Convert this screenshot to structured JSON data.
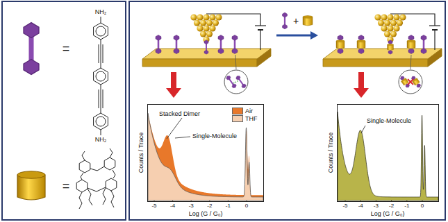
{
  "diagram": {
    "nodes": [
      {
        "text": [
          "Stacked Dimer",
          "Single-Molecule"
        ]
      },
      {
        "text": [
          "Single-Molecule"
        ]
      }
    ],
    "labels": [
      "=",
      "NH₂",
      "NH₂",
      "=",
      "+",
      "Counts / Trace",
      "Log (G / G₀)",
      "-5",
      "-4",
      "-3",
      "-2",
      "-1",
      "0",
      "Counts / Trace",
      "Log (G / G₀)",
      "-5",
      "-4",
      "-3",
      "-2",
      "-1",
      "0"
    ],
    "legend": [
      {
        "text": "Air",
        "color": "#e8782a"
      },
      {
        "text": "THF",
        "color": "#f6cfb0"
      }
    ]
  }
}
